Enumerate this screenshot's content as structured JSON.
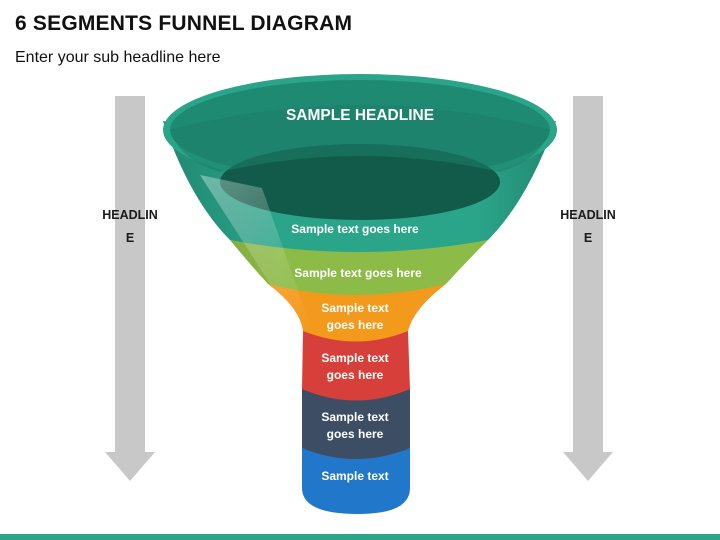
{
  "slide": {
    "title": "6 SEGMENTS FUNNEL DIAGRAM",
    "subtitle": "Enter your sub headline here"
  },
  "side_arrows": {
    "left_label": "HEADLINE",
    "right_label": "HEADLINE",
    "color": "#c8c8c8"
  },
  "funnel": {
    "headline": "SAMPLE HEADLINE",
    "segments": [
      {
        "text": "Sample text goes here",
        "color": "#2aa58a"
      },
      {
        "text": "Sample text goes here",
        "color": "#8dbb47"
      },
      {
        "text": "Sample text goes here",
        "color": "#f39a1c"
      },
      {
        "text": "Sample text goes here",
        "color": "#d7403a"
      },
      {
        "text": "Sample text goes here",
        "color": "#3d4d63"
      },
      {
        "text": "Sample text",
        "color": "#2177c9"
      }
    ]
  },
  "accent_color": "#2aa58a"
}
